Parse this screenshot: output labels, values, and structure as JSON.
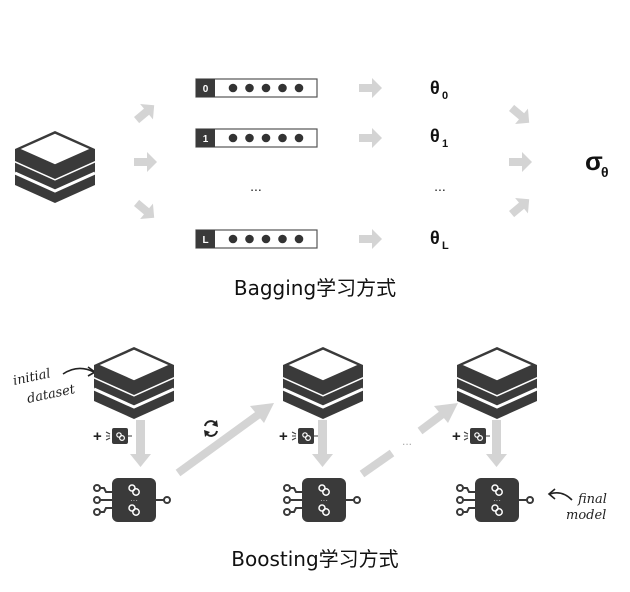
{
  "bagging": {
    "caption": "Bagging学习方式",
    "samples": [
      {
        "index": "0",
        "dots": 5
      },
      {
        "index": "1",
        "dots": 5
      },
      {
        "index": "L",
        "dots": 5
      }
    ],
    "ellipsis": "...",
    "params": [
      {
        "symbol": "θ",
        "subscript": "0"
      },
      {
        "symbol": "θ",
        "subscript": "1"
      },
      {
        "symbol": "θ",
        "subscript": "L"
      }
    ],
    "aggregate": {
      "symbol": "σ",
      "subscript": "θ"
    }
  },
  "boosting": {
    "caption": "Boosting学习方式",
    "annotation_start": [
      "initial",
      "dataset"
    ],
    "annotation_end": [
      "final",
      "model"
    ],
    "add_label": "+",
    "ellipsis": "...",
    "stages": 3
  },
  "colors": {
    "dark": "#3a3a3a",
    "arrow": "#d4d4d4",
    "text": "#111111"
  }
}
